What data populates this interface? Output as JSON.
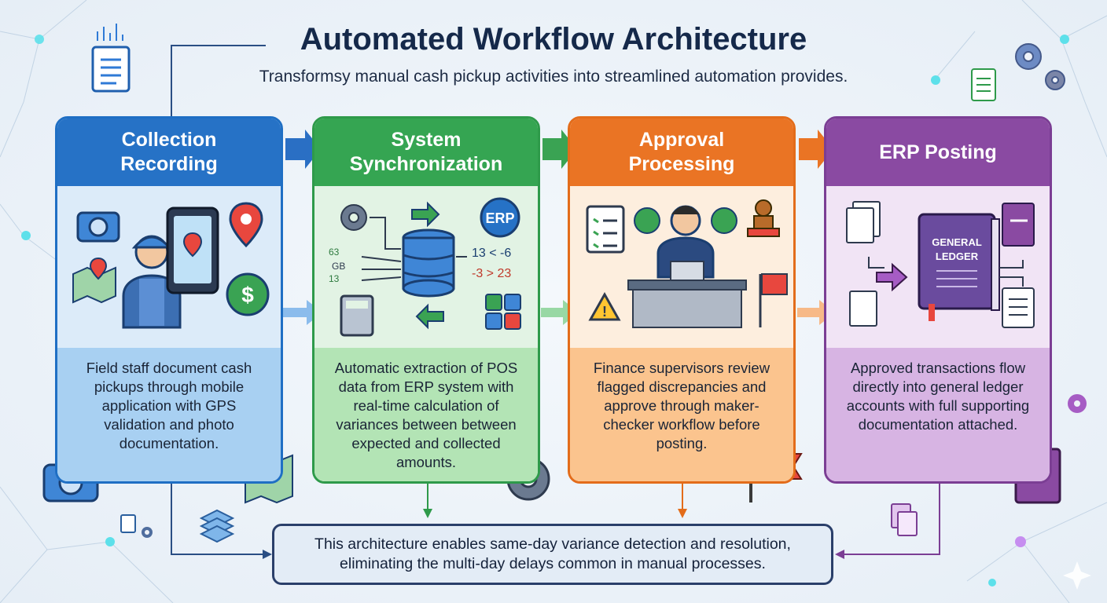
{
  "header": {
    "title": "Automated Workflow Architecture",
    "subtitle": "Transformsy manual cash pickup activities into streamlined automation provides."
  },
  "stages": [
    {
      "title_line1": "Collection",
      "title_line2": "Recording",
      "description": "Field staff document cash pickups through mobile application with GPS validation and photo documentation.",
      "color": "#2672c6"
    },
    {
      "title_line1": "System",
      "title_line2": "Synchronization",
      "description": "Automatic extraction of POS data from ERP system with real-time calculation of variances between between expected and collected amounts.",
      "color": "#35a552",
      "labels": {
        "erp": "ERP",
        "val1": "13 < -6",
        "val2": "-3 > 23",
        "left1": "63",
        "left2": "GB",
        "left3": "13"
      }
    },
    {
      "title_line1": "Approval",
      "title_line2": "Processing",
      "description": "Finance supervisors review flagged discrepancies and approve through maker-checker workflow before posting.",
      "color": "#ea7424"
    },
    {
      "title_line1": "ERP Posting",
      "title_line2": "",
      "description": "Approved transactions flow directly into general ledger accounts with full supporting documentation attached.",
      "color": "#8a4aa2",
      "labels": {
        "ledger_line1": "GENERAL",
        "ledger_line2": "LEDGER"
      }
    }
  ],
  "summary": {
    "line1": "This architecture enables same-day variance detection and resolution,",
    "line2": "eliminating the multi-day delays common in manual processes."
  }
}
